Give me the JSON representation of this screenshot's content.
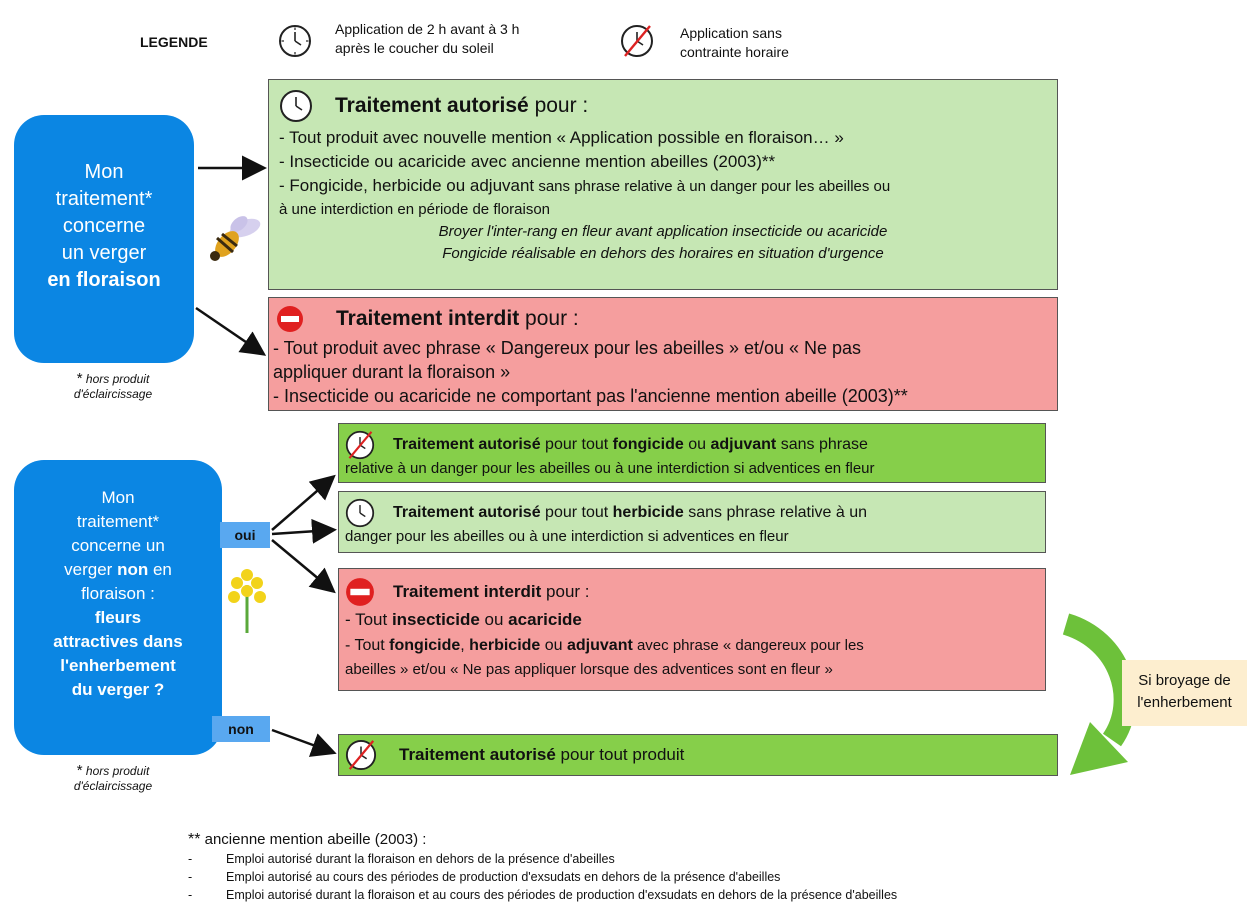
{
  "legend": {
    "title": "LEGENDE",
    "with_time_line1": "Application de 2 h avant à 3 h",
    "with_time_line2": "après le coucher du soleil",
    "no_time_line1": "Application sans",
    "no_time_line2": "contrainte horaire"
  },
  "flowering": {
    "question_line1": "Mon",
    "question_line2": "traitement*",
    "question_line3": "concerne",
    "question_line4": "un verger",
    "question_line5": "en floraison",
    "footnote_star": "*",
    "footnote_line1": "hors produit",
    "footnote_line2": "d'éclaircissage"
  },
  "allowed_box": {
    "title_bold": "Traitement autorisé",
    "title_rest": " pour :",
    "line1": "- Tout produit avec nouvelle mention « Application possible en floraison… »",
    "line2": "- Insecticide ou acaricide avec ancienne mention abeilles (2003)**",
    "line3_main": "- Fongicide, herbicide ou adjuvant",
    "line3_rest": " sans phrase relative à un danger pour les abeilles ou",
    "line4": "à une interdiction en période de floraison",
    "italic1": "Broyer l'inter-rang en fleur avant application insecticide ou acaricide",
    "italic2": "Fongicide réalisable en dehors des horaires en situation d'urgence"
  },
  "forbidden_box": {
    "title_bold": "Traitement interdit",
    "title_rest": " pour :",
    "line1": "- Tout produit avec phrase « Dangereux pour les abeilles » et/ou « Ne pas",
    "line2": "appliquer durant la floraison »",
    "line3": "- Insecticide ou acaricide ne comportant pas l'ancienne mention abeille (2003)**"
  },
  "non_flowering": {
    "q1": "Mon",
    "q2": "traitement*",
    "q3": "concerne un",
    "q4a": "verger ",
    "q4b": "non",
    "q4c": " en",
    "q5": "floraison :",
    "q6": "fleurs",
    "q7": "attractives dans",
    "q8": "l'enherbement",
    "q9": "du verger ?",
    "footnote_star": "*",
    "footnote_line1": "hors produit",
    "footnote_line2": "d'éclaircissage"
  },
  "tags": {
    "yes": "oui",
    "no": "non"
  },
  "box_fongicide": {
    "b1": "Traitement autorisé",
    "t1": " pour tout ",
    "b2": "fongicide",
    "t2": " ou ",
    "b3": "adjuvant",
    "t3": " sans phrase",
    "line2": "relative à un danger pour les abeilles ou à une interdiction si adventices en fleur"
  },
  "box_herbicide": {
    "b1": "Traitement autorisé",
    "t1": " pour tout ",
    "b2": "herbicide",
    "t2": " sans phrase relative à un",
    "line2": "danger pour les abeilles ou à une interdiction si adventices en fleur"
  },
  "box_forbidden2": {
    "title_bold": "Traitement interdit",
    "title_rest": " pour :",
    "l1a": "- Tout ",
    "l1b": "insecticide",
    "l1c": " ou ",
    "l1d": "acaricide",
    "l2a": "- Tout ",
    "l2b": "fongicide",
    "l2c": ", ",
    "l2d": "herbicide",
    "l2e": " ou ",
    "l2f": "adjuvant",
    "l2g": " avec phrase « dangereux pour les",
    "l3": "abeilles » et/ou « Ne pas appliquer lorsque des adventices sont en fleur »"
  },
  "box_all": {
    "bold": "Traitement autorisé",
    "rest": " pour tout produit"
  },
  "mowing_note": {
    "line1": "Si broyage de",
    "line2": "l'enherbement"
  },
  "footer": {
    "title_stars": "**",
    "title": " ancienne mention abeille (2003) :",
    "items": [
      "Emploi autorisé durant la floraison en dehors de la présence d'abeilles",
      "Emploi autorisé au cours des périodes de production d'exsudats en dehors de la présence d'abeilles",
      "Emploi autorisé durant la floraison et au cours des périodes de production d'exsudats en dehors de la présence d'abeilles"
    ],
    "dash": "-"
  },
  "colors": {
    "blue": "#0b86e3",
    "green_light": "#c6e7b4",
    "green_dark": "#86cf4a",
    "red": "#f59e9e",
    "tag_blue": "#59a8f0"
  }
}
